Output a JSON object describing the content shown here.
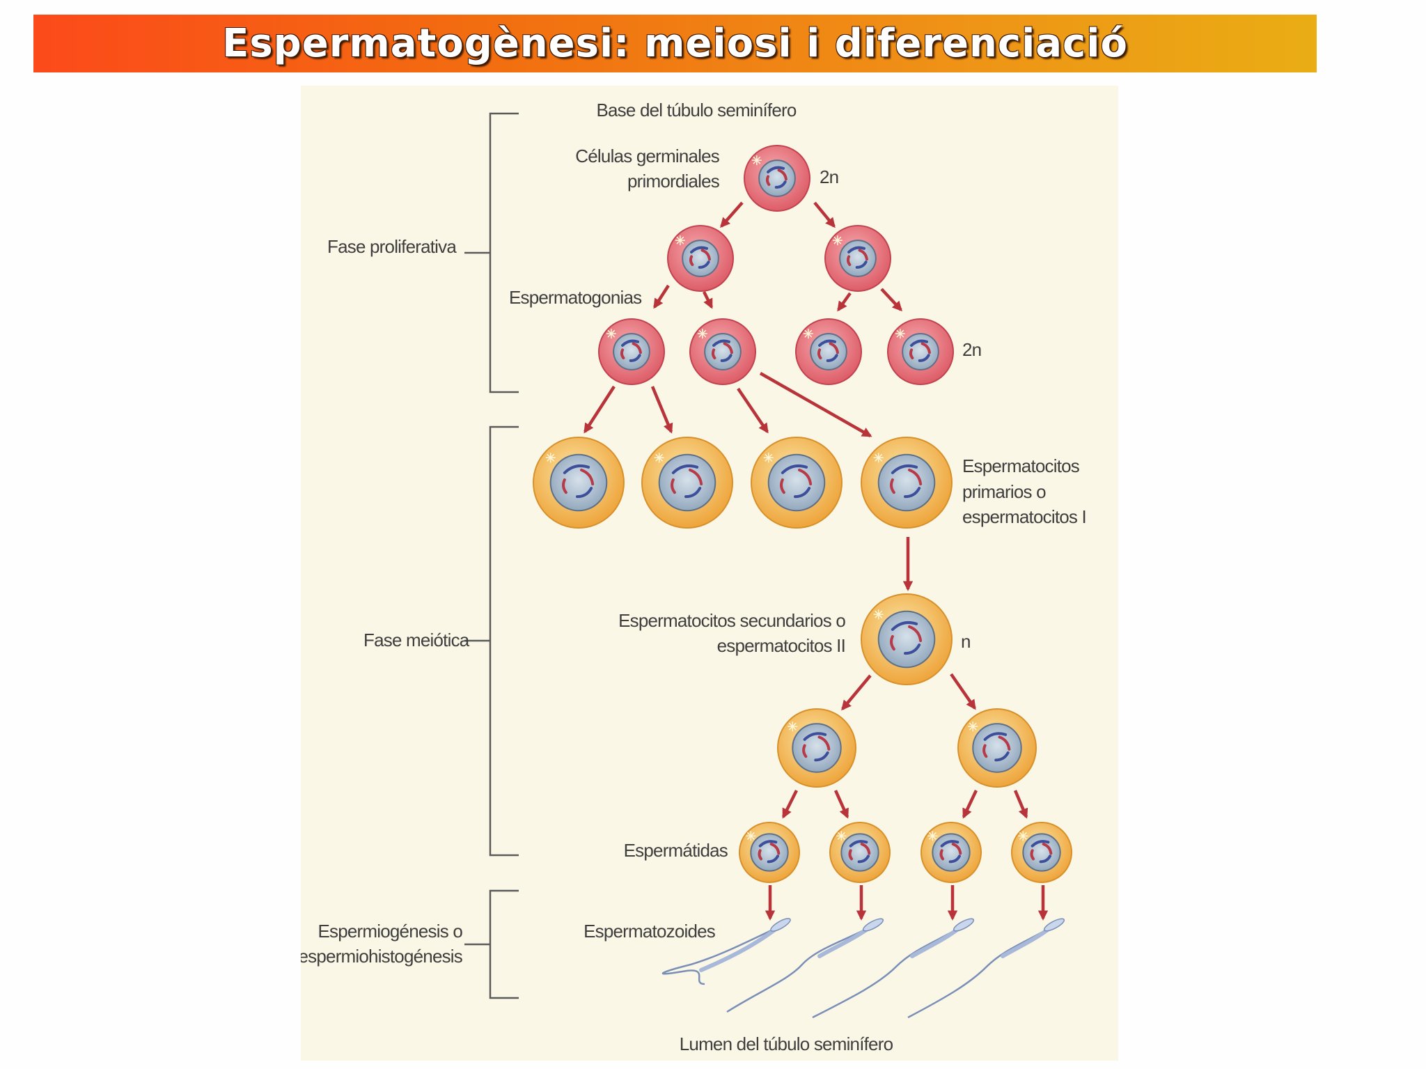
{
  "title": "Espermatogènesi: meiosi i diferenciació",
  "figure": {
    "top_label": "Base del túbulo seminífero",
    "bottom_label": "Lumen del túbulo seminífero",
    "phases": {
      "proliferative": "Fase proliferativa",
      "meiotic": "Fase meiótica",
      "spermiogenesis_line1": "Espermiogénesis o",
      "spermiogenesis_line2": "espermiohistogénesis"
    },
    "cells": {
      "primordial_line1": "Células germinales",
      "primordial_line2": "primordiales",
      "ploidy_2n_top": "2n",
      "spermatogonia": "Espermatogonias",
      "ploidy_2n_mid": "2n",
      "primary_line1": "Espermatocitos",
      "primary_line2": "primarios o",
      "primary_line3": "espermatocitos I",
      "secondary_line1": "Espermatocitos secundarios o",
      "secondary_line2": "espermatocitos II",
      "ploidy_n": "n",
      "spermatids": "Espermátidas",
      "spermatozoa": "Espermatozoides"
    },
    "colors": {
      "diploid_cell": "#e2707a",
      "haploid_cell": "#f3b04a",
      "nucleus": "#9fb3c6",
      "arrow": "#b8343a"
    }
  }
}
